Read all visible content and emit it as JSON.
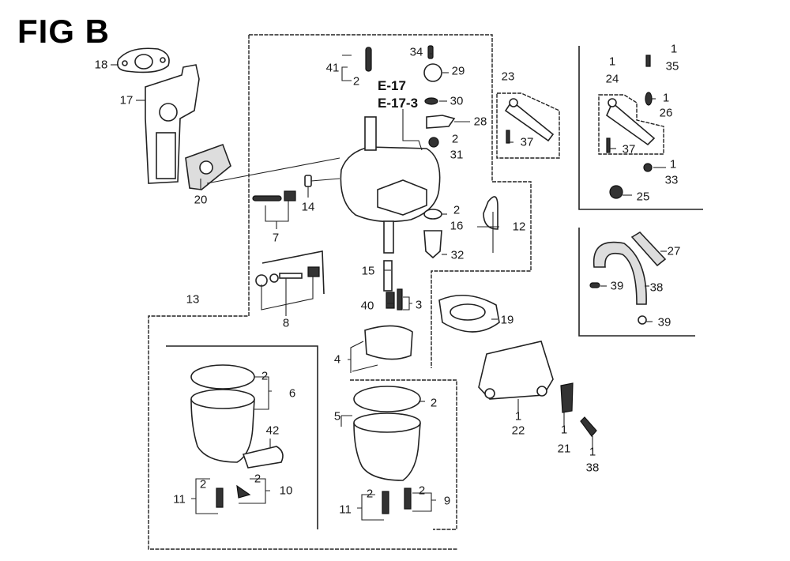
{
  "figure": {
    "title": "FIG B",
    "references": [
      "E-17",
      "E-17-3"
    ]
  },
  "callouts": [
    {
      "id": "c18",
      "part": "18",
      "qty": ""
    },
    {
      "id": "c17",
      "part": "17",
      "qty": ""
    },
    {
      "id": "c20",
      "part": "20",
      "qty": ""
    },
    {
      "id": "c41",
      "part": "41",
      "qty": "2"
    },
    {
      "id": "c34",
      "part": "34",
      "qty": ""
    },
    {
      "id": "c29",
      "part": "29",
      "qty": ""
    },
    {
      "id": "c30",
      "part": "30",
      "qty": ""
    },
    {
      "id": "c28",
      "part": "28",
      "qty": ""
    },
    {
      "id": "c31",
      "part": "31",
      "qty": "2"
    },
    {
      "id": "c14",
      "part": "14",
      "qty": ""
    },
    {
      "id": "c7",
      "part": "7",
      "qty": ""
    },
    {
      "id": "c16",
      "part": "16",
      "qty": "2"
    },
    {
      "id": "c32",
      "part": "32",
      "qty": ""
    },
    {
      "id": "c12",
      "part": "12",
      "qty": ""
    },
    {
      "id": "c23",
      "part": "23",
      "qty": ""
    },
    {
      "id": "c37a",
      "part": "37",
      "qty": ""
    },
    {
      "id": "c24",
      "part": "24",
      "qty": "1"
    },
    {
      "id": "c37b",
      "part": "37",
      "qty": ""
    },
    {
      "id": "c35",
      "part": "35",
      "qty": "1"
    },
    {
      "id": "c26",
      "part": "26",
      "qty": "1"
    },
    {
      "id": "c33",
      "part": "33",
      "qty": "1"
    },
    {
      "id": "c25",
      "part": "25",
      "qty": ""
    },
    {
      "id": "c27",
      "part": "27",
      "qty": ""
    },
    {
      "id": "c38",
      "part": "38",
      "qty": ""
    },
    {
      "id": "c39a",
      "part": "39",
      "qty": ""
    },
    {
      "id": "c39b",
      "part": "39",
      "qty": ""
    },
    {
      "id": "c8",
      "part": "8",
      "qty": ""
    },
    {
      "id": "c13",
      "part": "13",
      "qty": ""
    },
    {
      "id": "c15",
      "part": "15",
      "qty": ""
    },
    {
      "id": "c40",
      "part": "40",
      "qty": ""
    },
    {
      "id": "c3",
      "part": "3",
      "qty": ""
    },
    {
      "id": "c4",
      "part": "4",
      "qty": ""
    },
    {
      "id": "c19",
      "part": "19",
      "qty": ""
    },
    {
      "id": "c6",
      "part": "6",
      "qty": "2"
    },
    {
      "id": "c42",
      "part": "42",
      "qty": ""
    },
    {
      "id": "c10",
      "part": "10",
      "qty": "2"
    },
    {
      "id": "c11a",
      "part": "11",
      "qty": "2"
    },
    {
      "id": "c5",
      "part": "5",
      "qty": "2"
    },
    {
      "id": "c9",
      "part": "9",
      "qty": "2"
    },
    {
      "id": "c11b",
      "part": "11",
      "qty": "2"
    },
    {
      "id": "c22",
      "part": "22",
      "qty": "1"
    },
    {
      "id": "c21",
      "part": "21",
      "qty": "1"
    },
    {
      "id": "c36",
      "part": "38",
      "qty": "1"
    }
  ]
}
